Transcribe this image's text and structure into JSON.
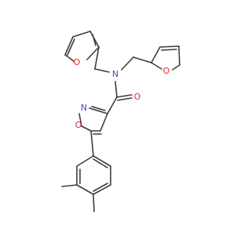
{
  "molecule": {
    "atoms": {
      "O1": "O",
      "N1": "N",
      "O2": "O",
      "N2": "N",
      "O3": "O",
      "O4": "O"
    },
    "colors": {
      "bond": "#3c3c3c",
      "oxygen": "#e8272a",
      "nitrogen": "#3b4ed6",
      "background": "#ffffff"
    }
  }
}
